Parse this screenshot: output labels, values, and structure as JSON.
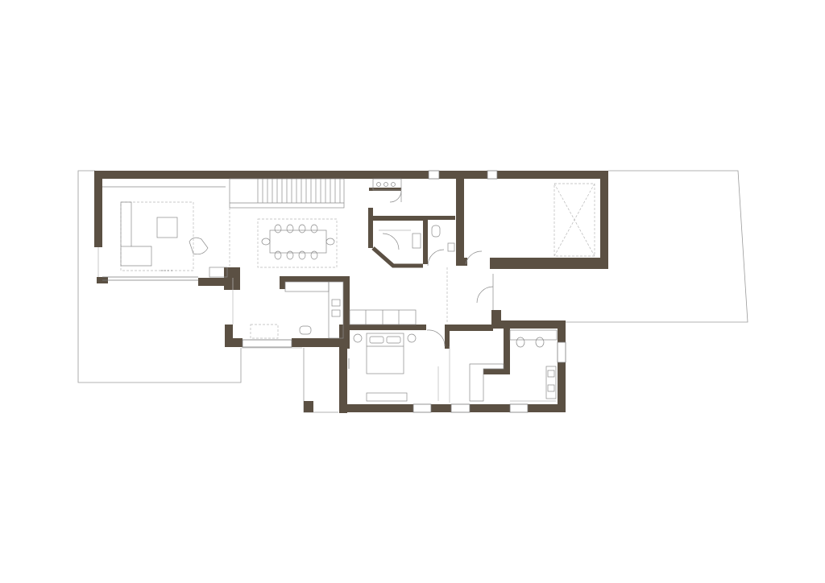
{
  "colors": {
    "background": "#ffffff",
    "wall": "#5b5043",
    "line": "#8a8a8a",
    "thin": "#bdbdbd",
    "dash": "#b8b8b8"
  },
  "rooms": [
    {
      "id": "living-room",
      "label": ""
    },
    {
      "id": "dining-area",
      "label": ""
    },
    {
      "id": "staircase",
      "label": ""
    },
    {
      "id": "kitchen",
      "label": ""
    },
    {
      "id": "garage",
      "label": ""
    },
    {
      "id": "master-bedroom",
      "label": ""
    },
    {
      "id": "bedroom-2",
      "label": ""
    },
    {
      "id": "bathroom",
      "label": ""
    },
    {
      "id": "wc",
      "label": ""
    },
    {
      "id": "entrance-hall",
      "label": ""
    }
  ]
}
